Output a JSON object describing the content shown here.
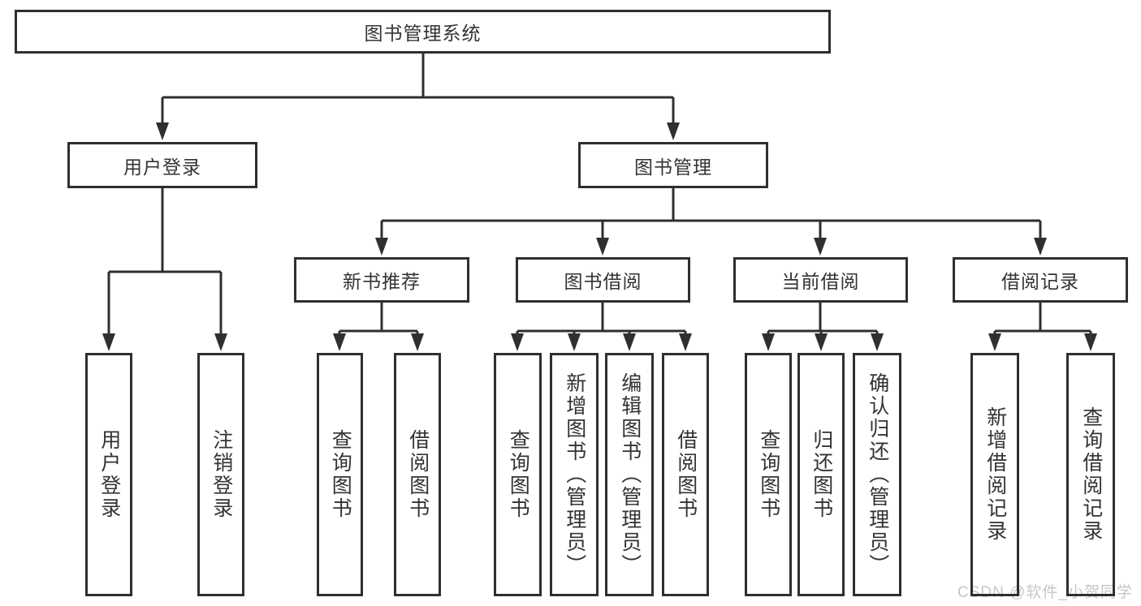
{
  "diagram": {
    "root": "图书管理系统",
    "children": [
      {
        "label": "用户登录",
        "children": [
          {
            "label": "用户登录"
          },
          {
            "label": "注销登录"
          }
        ]
      },
      {
        "label": "图书管理",
        "children": [
          {
            "label": "新书推荐",
            "children": [
              {
                "label": "查询图书"
              },
              {
                "label": "借阅图书"
              }
            ]
          },
          {
            "label": "图书借阅",
            "children": [
              {
                "label": "查询图书"
              },
              {
                "label": "新增图书（管理员）"
              },
              {
                "label": "编辑图书（管理员）"
              },
              {
                "label": "借阅图书"
              }
            ]
          },
          {
            "label": "当前借阅",
            "children": [
              {
                "label": "查询图书"
              },
              {
                "label": "归还图书"
              },
              {
                "label": "确认归还（管理员）"
              }
            ]
          },
          {
            "label": "借阅记录",
            "children": [
              {
                "label": "新增借阅记录"
              },
              {
                "label": "查询借阅记录"
              }
            ]
          }
        ]
      }
    ]
  },
  "watermark": {
    "text": "CSDN @软件_小贺同学"
  },
  "colors": {
    "line": "#2f2f2f",
    "text": "#333333",
    "watermark": "#c6c6c6",
    "background": "#ffffff"
  }
}
